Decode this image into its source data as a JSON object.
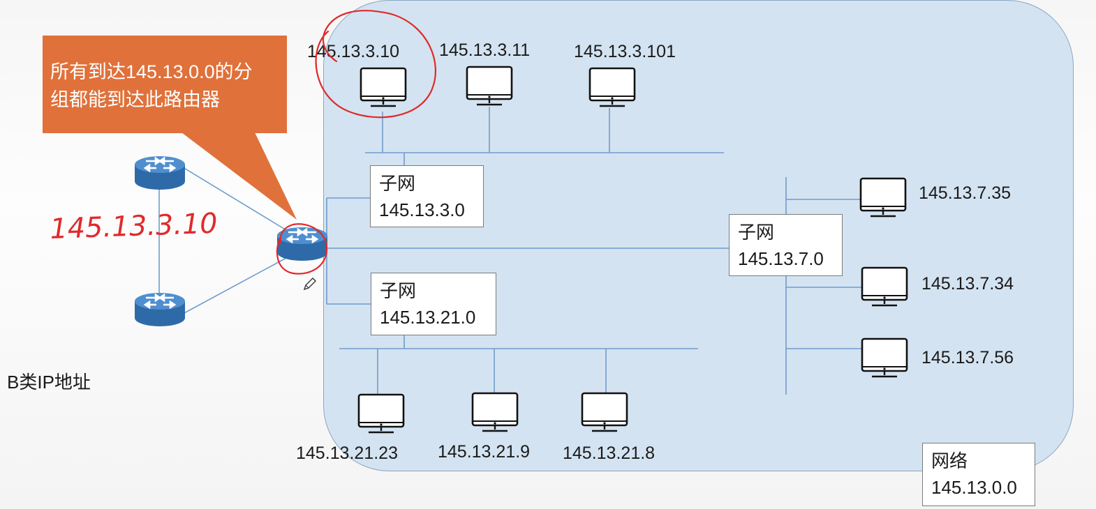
{
  "callout": {
    "line1": "所有到达145.13.0.0的分",
    "line2": "组都能到达此路由器"
  },
  "handwritten_note": "145.13.3.10",
  "class_label": "B类IP地址",
  "network_box": {
    "title": "网络",
    "address": "145.13.0.0"
  },
  "subnets": [
    {
      "title": "子网",
      "address": "145.13.3.0"
    },
    {
      "title": "子网",
      "address": "145.13.21.0"
    },
    {
      "title": "子网",
      "address": "145.13.7.0"
    }
  ],
  "hosts_top": [
    "145.13.3.10",
    "145.13.3.11",
    "145.13.3.101"
  ],
  "hosts_bottom": [
    "145.13.21.23",
    "145.13.21.9",
    "145.13.21.8"
  ],
  "hosts_right": [
    "145.13.7.35",
    "145.13.7.34",
    "145.13.7.56"
  ],
  "icons": {
    "router": "router-icon",
    "computer": "desktop-monitor-icon",
    "pen": "pencil-icon"
  },
  "colors": {
    "network_fill": "#d4e3f1",
    "link_line": "#6f9ccd",
    "router_fill": "#3f7fc2",
    "callout_fill": "#e0713a",
    "annotation_red": "#e02a2a"
  }
}
